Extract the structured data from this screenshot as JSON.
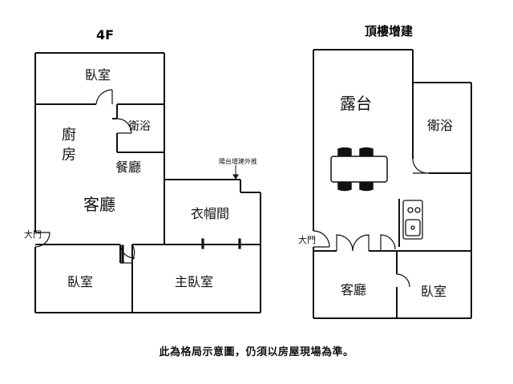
{
  "plans": {
    "left": {
      "title": "4F",
      "rooms": {
        "bedroom_top": "臥室",
        "bath": "衛浴",
        "kitchen_1": "廚",
        "kitchen_2": "房",
        "dining": "餐廳",
        "living": "客廳",
        "cloakroom": "衣帽間",
        "bedroom_bottom": "臥室",
        "master": "主臥室"
      },
      "main_door": "大門",
      "balcony_note": "陽台增建外推"
    },
    "right": {
      "title": "頂樓增建",
      "rooms": {
        "terrace": "露台",
        "bath": "衛浴",
        "living": "客廳",
        "bedroom": "臥室"
      },
      "main_door": "大門"
    }
  },
  "footer_note": "此為格局示意圖，仍須以房屋現場為準。"
}
